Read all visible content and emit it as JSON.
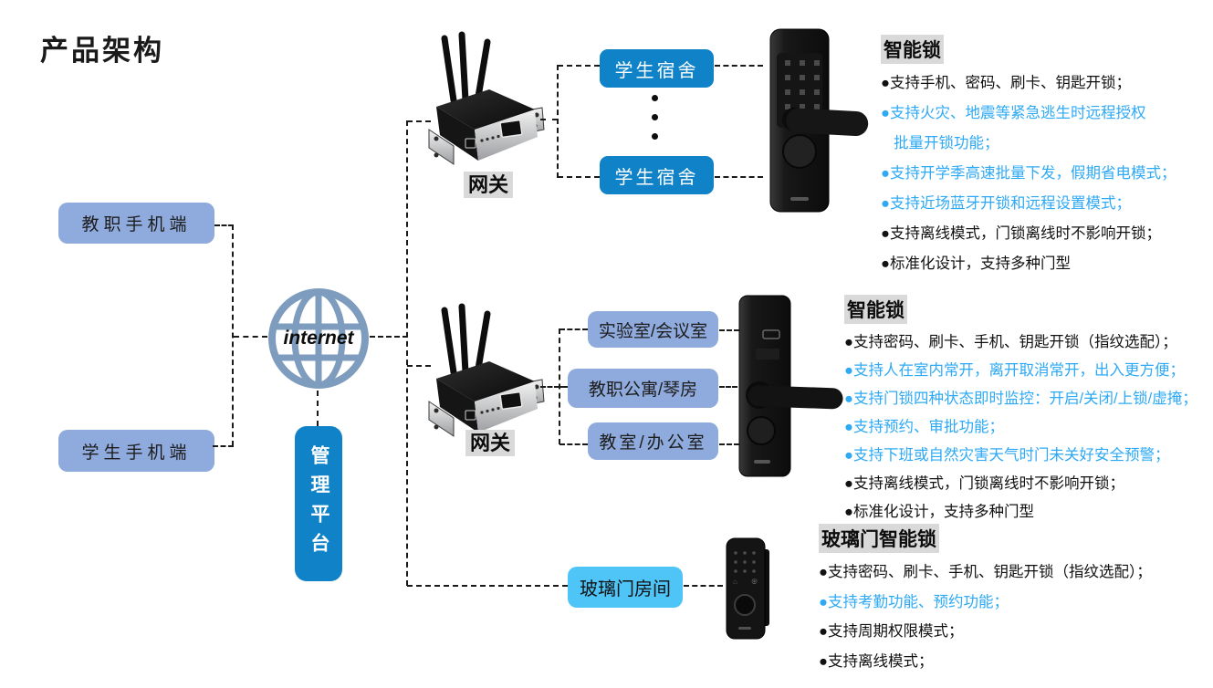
{
  "page": {
    "title": "产品架构"
  },
  "colors": {
    "periwinkle_box": "#8FAADC",
    "azure_box": "#0F82C8",
    "sky_box": "#4EC4F7",
    "blue_text": "#2EA9F5",
    "black_text": "#111111",
    "globe": "#7E9CBE",
    "label_highlight": "#D9D9D9"
  },
  "clients": {
    "teacher": "教职手机端",
    "student": "学生手机端"
  },
  "internet": {
    "label": "internet"
  },
  "platform": {
    "label": "管理平台"
  },
  "gateways": {
    "top_label": "网关",
    "mid_label": "网关"
  },
  "tier1": {
    "rooms": [
      "学生宿舍",
      "学生宿舍"
    ]
  },
  "tier2": {
    "rooms": [
      "实验室/会议室",
      "教职公寓/琴房",
      "教室/办公室"
    ]
  },
  "tier3": {
    "room": "玻璃门房间"
  },
  "lock_blocks": [
    {
      "title": "智能锁",
      "bullets": [
        {
          "text": "●支持手机、密码、刷卡、钥匙开锁；",
          "color": "black"
        },
        {
          "text": "●支持火灾、地震等紧急逃生时远程授权",
          "color": "blue"
        },
        {
          "text": "批量开锁功能；",
          "color": "blue",
          "indent": true
        },
        {
          "text": "●支持开学季高速批量下发，假期省电模式；",
          "color": "blue"
        },
        {
          "text": "●支持近场蓝牙开锁和远程设置模式；",
          "color": "blue"
        },
        {
          "text": "●支持离线模式，门锁离线时不影响开锁；",
          "color": "black"
        },
        {
          "text": "●标准化设计，支持多种门型",
          "color": "black"
        }
      ]
    },
    {
      "title": "智能锁",
      "bullets": [
        {
          "text": "●支持密码、刷卡、手机、钥匙开锁（指纹选配）；",
          "color": "black"
        },
        {
          "text": "●支持人在室内常开，离开取消常开，出入更方便；",
          "color": "blue"
        },
        {
          "text": "●支持门锁四种状态即时监控：开启/关闭/上锁/虚掩；",
          "color": "blue"
        },
        {
          "text": "●支持预约、审批功能；",
          "color": "blue"
        },
        {
          "text": "●支持下班或自然灾害天气时门未关好安全预警；",
          "color": "blue"
        },
        {
          "text": "●支持离线模式，门锁离线时不影响开锁；",
          "color": "black"
        },
        {
          "text": "●标准化设计，支持多种门型",
          "color": "black"
        }
      ]
    },
    {
      "title": "玻璃门智能锁",
      "bullets": [
        {
          "text": "●支持密码、刷卡、手机、钥匙开锁（指纹选配）；",
          "color": "black"
        },
        {
          "text": "●支持考勤功能、预约功能；",
          "color": "blue"
        },
        {
          "text": "●支持周期权限模式；",
          "color": "black"
        },
        {
          "text": "●支持离线模式；",
          "color": "black"
        }
      ]
    }
  ]
}
